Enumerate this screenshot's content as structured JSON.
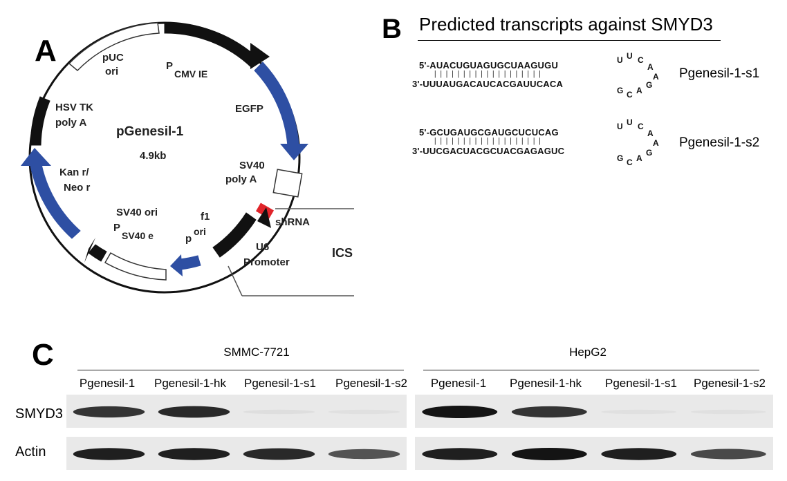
{
  "panelA": {
    "letter": "A",
    "plasmid_name": "pGenesil-1",
    "plasmid_size": "4.9kb",
    "features": {
      "puc_ori_1": "pUC",
      "puc_ori_2": "ori",
      "pcmv_p": "P",
      "pcmv_sub": "CMV IE",
      "egfp": "EGFP",
      "sv40polyA_1": "SV40",
      "sv40polyA_2": "poly A",
      "hsvtk_1": "HSV TK",
      "hsvtk_2": "poly A",
      "kan_1": "Kan r/",
      "kan_2": "Neo r",
      "sv40ori": "SV40 ori",
      "psv40_p": "P",
      "psv40_sub": "SV40 e",
      "f1_1": "f1",
      "f1_p": "p",
      "f1_ori": "ori",
      "shrna": "shRNA",
      "u6_1": "U6",
      "u6_2": "Promoter",
      "cs": "ICS"
    },
    "colors": {
      "blue": "#2e4fa3",
      "red": "#e0242a",
      "black": "#111111"
    }
  },
  "panelB": {
    "letter": "B",
    "title": "Predicted transcripts against SMYD3",
    "hairpins": [
      {
        "top": "5'-AUACUGUAGUGCUAAGUGU",
        "bottom": "3'-UUUAUGACAUCACGAUUCACA",
        "ticks": "|||||||||||||||||||",
        "loop_top": [
          "U",
          "U",
          "C",
          "A"
        ],
        "loop_bottom": [
          "G",
          "C",
          "A",
          "G"
        ],
        "loop_tip": "A",
        "name": "Pgenesil-1-s1"
      },
      {
        "top": "5'-GCUGAUGCGAUGCUCUCAG",
        "bottom": "3'-UUCGACUACGCUACGAGAGUC",
        "ticks": "|||||||||||||||||||",
        "loop_top": [
          "U",
          "U",
          "C",
          "A"
        ],
        "loop_bottom": [
          "G",
          "C",
          "A",
          "G"
        ],
        "loop_tip": "A",
        "name": "Pgenesil-1-s2"
      }
    ]
  },
  "panelC": {
    "letter": "C",
    "groups": [
      {
        "cell_line": "SMMC-7721",
        "lanes": [
          "Pgenesil-1",
          "Pgenesil-1-hk",
          "Pgenesil-1-s1",
          "Pgenesil-1-s2"
        ],
        "smyd3_intensity": [
          0.85,
          0.9,
          0.04,
          0.03
        ],
        "actin_intensity": [
          0.95,
          0.95,
          0.9,
          0.7
        ]
      },
      {
        "cell_line": "HepG2",
        "lanes": [
          "Pgenesil-1",
          "Pgenesil-1-hk",
          "Pgenesil-1-s1",
          "Pgenesil-1-s2"
        ],
        "smyd3_intensity": [
          1.0,
          0.85,
          0.03,
          0.03
        ],
        "actin_intensity": [
          0.95,
          1.0,
          0.95,
          0.75
        ]
      }
    ],
    "rows": [
      "SMYD3",
      "Actin"
    ]
  }
}
